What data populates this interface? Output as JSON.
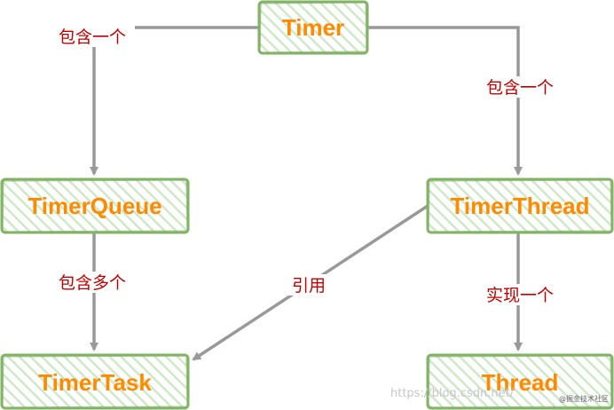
{
  "nodes": {
    "timer": "Timer",
    "timer_queue": "TimerQueue",
    "timer_thread": "TimerThread",
    "timer_task": "TimerTask",
    "thread": "Thread"
  },
  "edges": {
    "timer_to_queue": "包含一个",
    "timer_to_thread": "包含一个",
    "queue_to_task": "包含多个",
    "thread_to_task": "引用",
    "timerthread_to_thread": "实现一个"
  },
  "watermark": {
    "url": "https://blog.csdn.net/",
    "community": "@掘金技术社区"
  },
  "colors": {
    "node_border": "#82b366",
    "node_fill": "#d5e8d4",
    "node_text": "#ff8a00",
    "edge_line": "#999999",
    "edge_label": "#c00000"
  }
}
